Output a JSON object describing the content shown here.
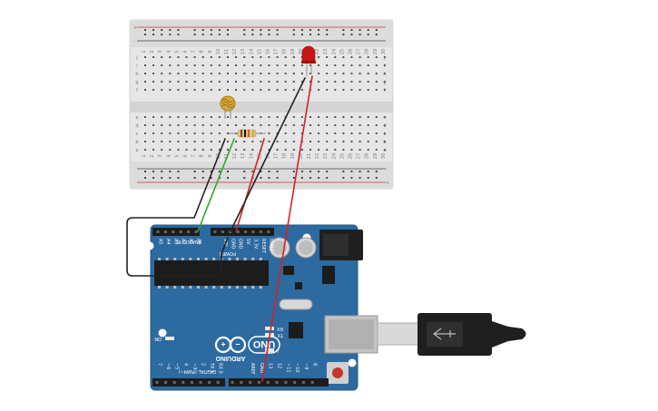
{
  "breadboard": {
    "plus_label": "+",
    "minus_label": "-",
    "column_numbers": [
      "1",
      "2",
      "3",
      "4",
      "5",
      "6",
      "7",
      "8",
      "9",
      "10",
      "11",
      "12",
      "13",
      "14",
      "15",
      "16",
      "17",
      "18",
      "19",
      "20",
      "21",
      "22",
      "23",
      "24",
      "25",
      "26",
      "27",
      "28",
      "29",
      "30"
    ],
    "row_letters_top": [
      "j",
      "i",
      "h",
      "g",
      "f"
    ],
    "row_letters_bottom": [
      "e",
      "d",
      "c",
      "b",
      "a"
    ]
  },
  "arduino": {
    "brand": "ARDUINO",
    "model": "UNO",
    "infinity_symbol": "⊖⊕",
    "analog_label": "ANALOG IN",
    "analog_pins": [
      "A0",
      "A1",
      "A2",
      "A3",
      "A4",
      "A5"
    ],
    "power_label": "POWER",
    "power_pins": [
      "VIN",
      "GND",
      "GND",
      "5V",
      "3.3V",
      "RESET",
      "IOREF"
    ],
    "digital_label": "DIGITAL (PWM~)",
    "digital_pins": [
      "RX 0",
      "TX 1",
      "2",
      "~3",
      "4",
      "~5",
      "~6",
      "7",
      "8",
      "~9",
      "~10",
      "~11",
      "12",
      "13",
      "GND",
      "AREF"
    ],
    "led_labels": [
      "ON",
      "RX",
      "TX",
      "L"
    ]
  },
  "colors": {
    "board_blue": "#2d6aa0",
    "wire_black": "#222222",
    "wire_red": "#d42222",
    "wire_green": "#31a531",
    "led_red": "#c81414",
    "rail_red": "#d43030",
    "breadboard_bg": "#e6e6e6"
  }
}
